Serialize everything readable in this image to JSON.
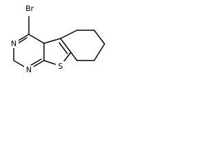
{
  "molecule": {
    "atoms": {
      "bromine": "Br",
      "nitrogen_upper": "N",
      "nitrogen_lower": "N",
      "sulfur": "S"
    },
    "colors": {
      "bond": "#000000",
      "label": "#000000",
      "background": "#ffffff"
    }
  }
}
